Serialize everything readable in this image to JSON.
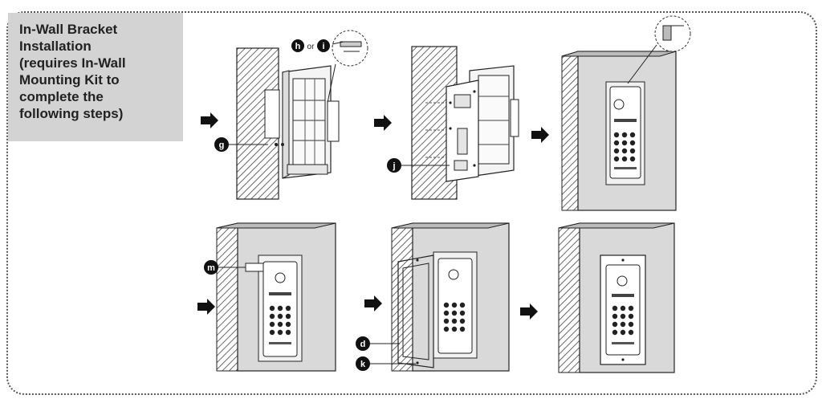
{
  "title": {
    "lines": [
      "In-Wall Bracket",
      "Installation",
      "(requires In-Wall",
      "Mounting Kit to",
      "complete the",
      "following steps)"
    ]
  },
  "callouts": {
    "g": "g",
    "h": "h",
    "or": "or",
    "i": "i",
    "j": "j",
    "m": "m",
    "d": "d",
    "k": "k"
  }
}
